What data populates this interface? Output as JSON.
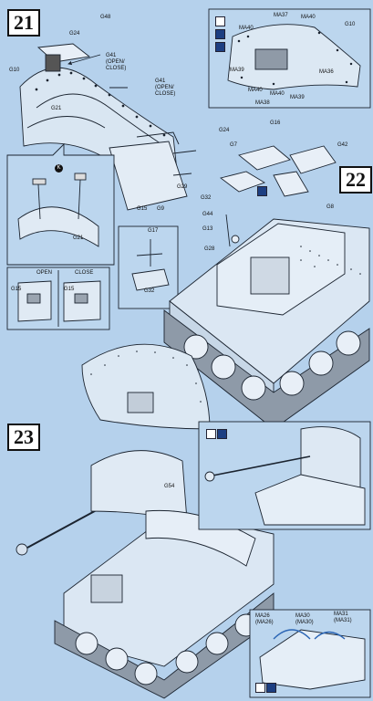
{
  "steps": {
    "s21": "21",
    "s22": "22",
    "s23": "23"
  },
  "step21": {
    "parts": {
      "g48": "G48",
      "g24": "G24",
      "g41_open_close": "G41\n(OPEN/\nCLOSE)",
      "g41_b": "G41\n(OPEN/\nCLOSE)",
      "g10": "G10",
      "g21": "G21",
      "g9": "G9",
      "g15": "G15",
      "g29": "G29",
      "g21_b": "G21",
      "k": "K",
      "g17": "G17",
      "g32": "G32"
    },
    "openclose": {
      "open": "OPEN",
      "close": "CLOSE",
      "g15a": "G15",
      "g15b": "G15"
    }
  },
  "inset_top": {
    "ma37": "MA37",
    "ma40a": "MA40",
    "ma40b": "MA40",
    "g10": "G10",
    "ma36": "MA36",
    "ma39a": "MA39",
    "ma39b": "MA39",
    "ma40c": "MA40",
    "ma40d": "MA40",
    "ma38": "MA38"
  },
  "step22": {
    "g24": "G24",
    "g16": "G16",
    "g7": "G7",
    "g42": "G42",
    "g32": "G32",
    "g44": "G44",
    "g13": "G13",
    "g28": "G28",
    "g8": "G8"
  },
  "step23": {
    "g54": "G54",
    "ma26": "MA26\n(MA26)",
    "ma30": "MA30\n(MA30)",
    "ma31": "MA31\n(MA31)"
  }
}
